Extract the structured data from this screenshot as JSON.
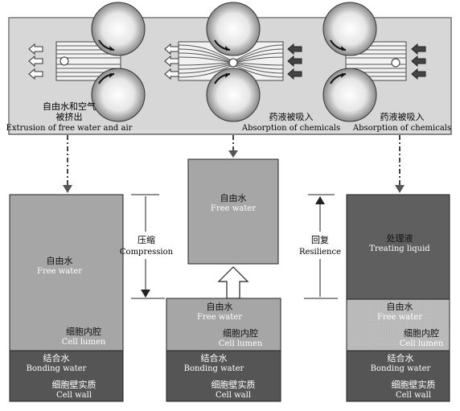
{
  "top_panel": {
    "stage1": {
      "zh_line1": "自由水和空气",
      "zh_line2": "被挤出",
      "en": "Extrusion of free water and air"
    },
    "stage2": {
      "zh": "药液被吸入",
      "en": "Absorption of chemicals"
    },
    "stage3": {
      "zh": "药液被吸入",
      "en": "Absorption of chemicals"
    }
  },
  "left_column": {
    "free_water_zh": "自由水",
    "free_water_en": "Free water",
    "cell_lumen_zh": "细胞内腔",
    "cell_lumen_en": "Cell lumen",
    "bonding_water_zh": "结合水",
    "bonding_water_en": "Bonding water",
    "cell_wall_zh": "细胞壁实质",
    "cell_wall_en": "Cell wall"
  },
  "compression": {
    "zh": "压缩",
    "en": "Compression"
  },
  "center_top": {
    "free_water_zh": "自由水",
    "free_water_en": "Free water"
  },
  "center_bottom": {
    "free_water_zh": "自由水",
    "free_water_en": "Free water",
    "cell_lumen_zh": "细胞内腔",
    "cell_lumen_en": "Cell lumen",
    "bonding_water_zh": "结合水",
    "bonding_water_en": "Bonding water",
    "cell_wall_zh": "细胞壁实质",
    "cell_wall_en": "Cell wall"
  },
  "resilience": {
    "zh": "回复",
    "en": "Resilience"
  },
  "right_column": {
    "treating_zh": "处理液",
    "treating_en": "Treating liquid",
    "free_water_zh": "自由水",
    "free_water_en": "Free water",
    "cell_lumen_zh": "细胞内腔",
    "cell_lumen_en": "Cell lumen",
    "bonding_water_zh": "结合水",
    "bonding_water_en": "Bonding water",
    "cell_wall_zh": "细胞壁实质",
    "cell_wall_en": "Cell wall"
  }
}
